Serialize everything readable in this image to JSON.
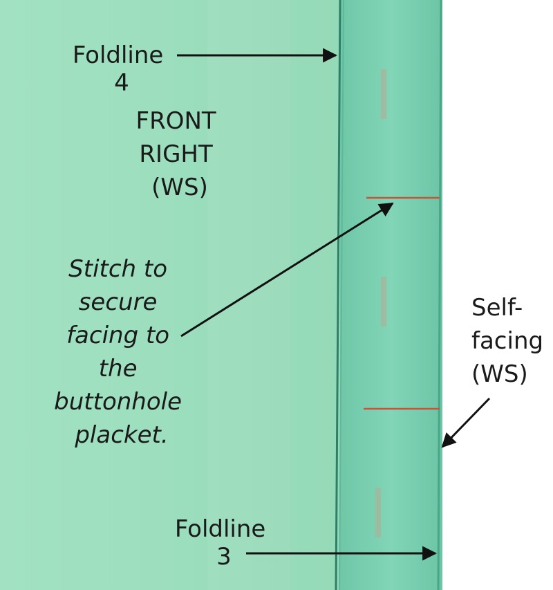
{
  "labels": {
    "foldline_4": [
      "Foldline",
      "4"
    ],
    "front_right": [
      "FRONT",
      "RIGHT",
      "(WS)"
    ],
    "stitch_note": [
      "Stitch to",
      "secure",
      "facing to",
      "the",
      "buttonhole",
      "placket."
    ],
    "self_facing": [
      "Self-",
      "facing",
      "(WS)"
    ],
    "foldline_3": [
      "Foldline",
      "3"
    ]
  },
  "colors": {
    "fabric": "#9ee0bf",
    "facing": "#7bd0b3",
    "fold_edge": "#2f7f66",
    "stitch": "#c2553a",
    "arrow": "#111111"
  }
}
